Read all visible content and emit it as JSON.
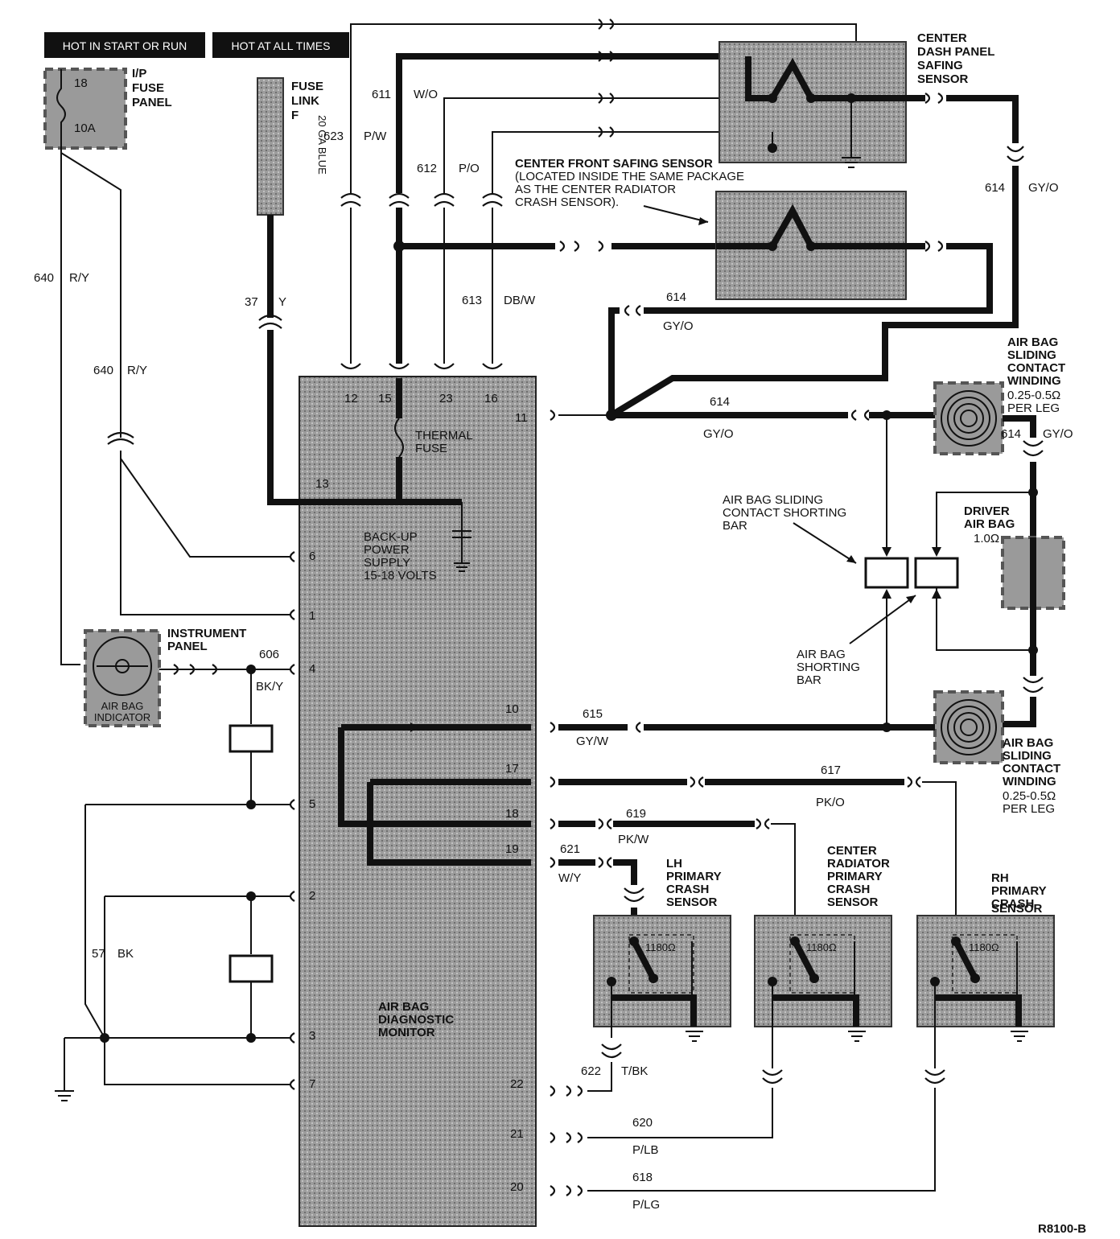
{
  "labels": {
    "hot_start_run": "HOT IN START OR RUN",
    "hot_all_times": "HOT AT ALL TIMES",
    "ip_fuse_panel": [
      "I/P",
      "FUSE",
      "PANEL"
    ],
    "fuse_num_top": "18",
    "fuse_num_bottom": "10A",
    "fuse_link": [
      "FUSE",
      "LINK",
      "F"
    ],
    "fuse_link_text": "20 GA BLUE",
    "center_dash_safing": [
      "CENTER",
      "DASH PANEL",
      "SAFING",
      "SENSOR"
    ],
    "center_front_safing": [
      "CENTER FRONT SAFING SENSOR",
      "(LOCATED INSIDE THE SAME PACKAGE",
      "AS THE CENTER RADIATOR",
      "CRASH SENSOR)."
    ],
    "air_bag_sliding_top": [
      "AIR BAG",
      "SLIDING",
      "CONTACT",
      "WINDING",
      "0.25-0.5Ω",
      "PER LEG"
    ],
    "air_bag_sliding_bottom": [
      "AIR BAG",
      "SLIDING",
      "CONTACT",
      "WINDING",
      "0.25-0.5Ω",
      "PER LEG"
    ],
    "shorting_bar_contact": [
      "AIR BAG SLIDING",
      "CONTACT SHORTING",
      "BAR"
    ],
    "shorting_bar": [
      "AIR BAG",
      "SHORTING",
      "BAR"
    ],
    "driver_air_bag": [
      "DRIVER",
      "AIR BAG",
      "1.0Ω"
    ],
    "instrument_panel": [
      "INSTRUMENT",
      "PANEL"
    ],
    "air_bag_indicator": [
      "AIR BAG",
      "INDICATOR"
    ],
    "thermal_fuse": [
      "THERMAL",
      "FUSE"
    ],
    "backup_power": [
      "BACK-UP",
      "POWER",
      "SUPPLY",
      "15-18 VOLTS"
    ],
    "diagnostic_monitor": [
      "AIR BAG",
      "DIAGNOSTIC",
      "MONITOR"
    ],
    "lh_crash": [
      "LH",
      "PRIMARY",
      "CRASH",
      "SENSOR"
    ],
    "center_crash": [
      "CENTER",
      "RADIATOR",
      "PRIMARY",
      "CRASH",
      "SENSOR"
    ],
    "rh_crash": [
      "RH",
      "PRIMARY",
      "CRASH",
      "SENSOR"
    ],
    "resistor": "1180Ω",
    "figure_code": "R8100-B"
  },
  "wires": {
    "w640a": {
      "circuit": "640",
      "color": "R/Y"
    },
    "w640b": {
      "circuit": "640",
      "color": "R/Y"
    },
    "w623": {
      "circuit": "623",
      "color": "P/W"
    },
    "w611": {
      "circuit": "611",
      "color": "W/O"
    },
    "w612": {
      "circuit": "612",
      "color": "P/O"
    },
    "w613": {
      "circuit": "613",
      "color": "DB/W"
    },
    "w37": {
      "circuit": "37",
      "color": "Y"
    },
    "w614a": {
      "circuit": "614",
      "color": "GY/O"
    },
    "w614b": {
      "circuit": "614",
      "color": "GY/O"
    },
    "w614c": {
      "circuit": "614",
      "color": "GY/O"
    },
    "w614d": {
      "circuit": "614",
      "color": "GY/O"
    },
    "w606": {
      "circuit": "606",
      "color": "BK/Y"
    },
    "w615": {
      "circuit": "615",
      "color": "GY/W"
    },
    "w617": {
      "circuit": "617",
      "color": "PK/O"
    },
    "w619": {
      "circuit": "619",
      "color": "PK/W"
    },
    "w621": {
      "circuit": "621",
      "color": "W/Y"
    },
    "w57": {
      "circuit": "57",
      "color": "BK"
    },
    "w622": {
      "circuit": "622",
      "color": "T/BK"
    },
    "w620": {
      "circuit": "620",
      "color": "P/LB"
    },
    "w618": {
      "circuit": "618",
      "color": "P/LG"
    }
  },
  "pins": {
    "p12": "12",
    "p15": "15",
    "p23": "23",
    "p16": "16",
    "p11": "11",
    "p13": "13",
    "p6": "6",
    "p1": "1",
    "p4": "4",
    "p5": "5",
    "p2": "2",
    "p3": "3",
    "p7": "7",
    "p10": "10",
    "p17": "17",
    "p18": "18",
    "p19": "19",
    "p22": "22",
    "p21": "21",
    "p20": "20"
  }
}
